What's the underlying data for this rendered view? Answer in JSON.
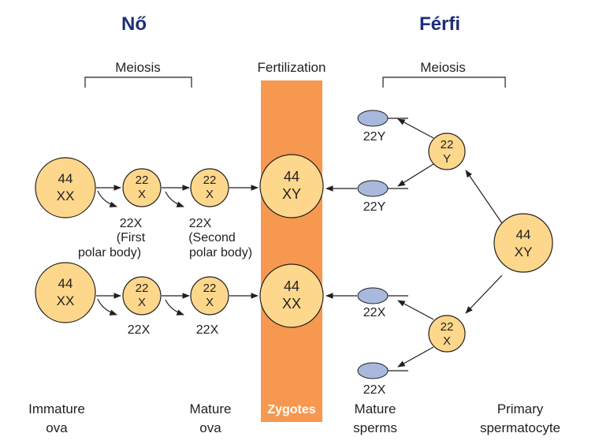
{
  "titles": {
    "female": "Nő",
    "male": "Férfi"
  },
  "colors": {
    "title": "#1d2d7a",
    "cell_fill": "#fdd78b",
    "sperm_fill": "#a9b9dd",
    "zygote_band": "#f6984f",
    "zygote_label": "#ffffff"
  },
  "headers": {
    "meiosis_left": "Meiosis",
    "fertilization": "Fertilization",
    "meiosis_right": "Meiosis"
  },
  "cells": {
    "immature_ovum_top": [
      "44",
      "XX"
    ],
    "immature_ovum_bottom": [
      "44",
      "XX"
    ],
    "ovum_stage1_top": [
      "22",
      "X"
    ],
    "ovum_stage2_top": [
      "22",
      "X"
    ],
    "ovum_stage1_bottom": [
      "22",
      "X"
    ],
    "ovum_stage2_bottom": [
      "22",
      "X"
    ],
    "zygote_top": [
      "44",
      "XY"
    ],
    "zygote_bottom": [
      "44",
      "XX"
    ],
    "primary_spermatocyte": [
      "44",
      "XY"
    ],
    "secondary_spermatocyte_y": [
      "22",
      "Y"
    ],
    "secondary_spermatocyte_x": [
      "22",
      "X"
    ]
  },
  "polar_bodies": {
    "first": [
      "22X",
      "(First",
      "polar body)"
    ],
    "second": [
      "22X",
      "(Second",
      "polar body)"
    ],
    "bottom_first": "22X",
    "bottom_second": "22X"
  },
  "sperm_labels": [
    "22Y",
    "22Y",
    "22X",
    "22X"
  ],
  "bottom_labels": {
    "immature_ova": [
      "Immature",
      "ova"
    ],
    "mature_ova": [
      "Mature",
      "ova"
    ],
    "zygotes": "Zygotes",
    "mature_sperms": [
      "Mature",
      "sperms"
    ],
    "primary_spermatocyte": [
      "Primary",
      "spermatocyte"
    ]
  }
}
